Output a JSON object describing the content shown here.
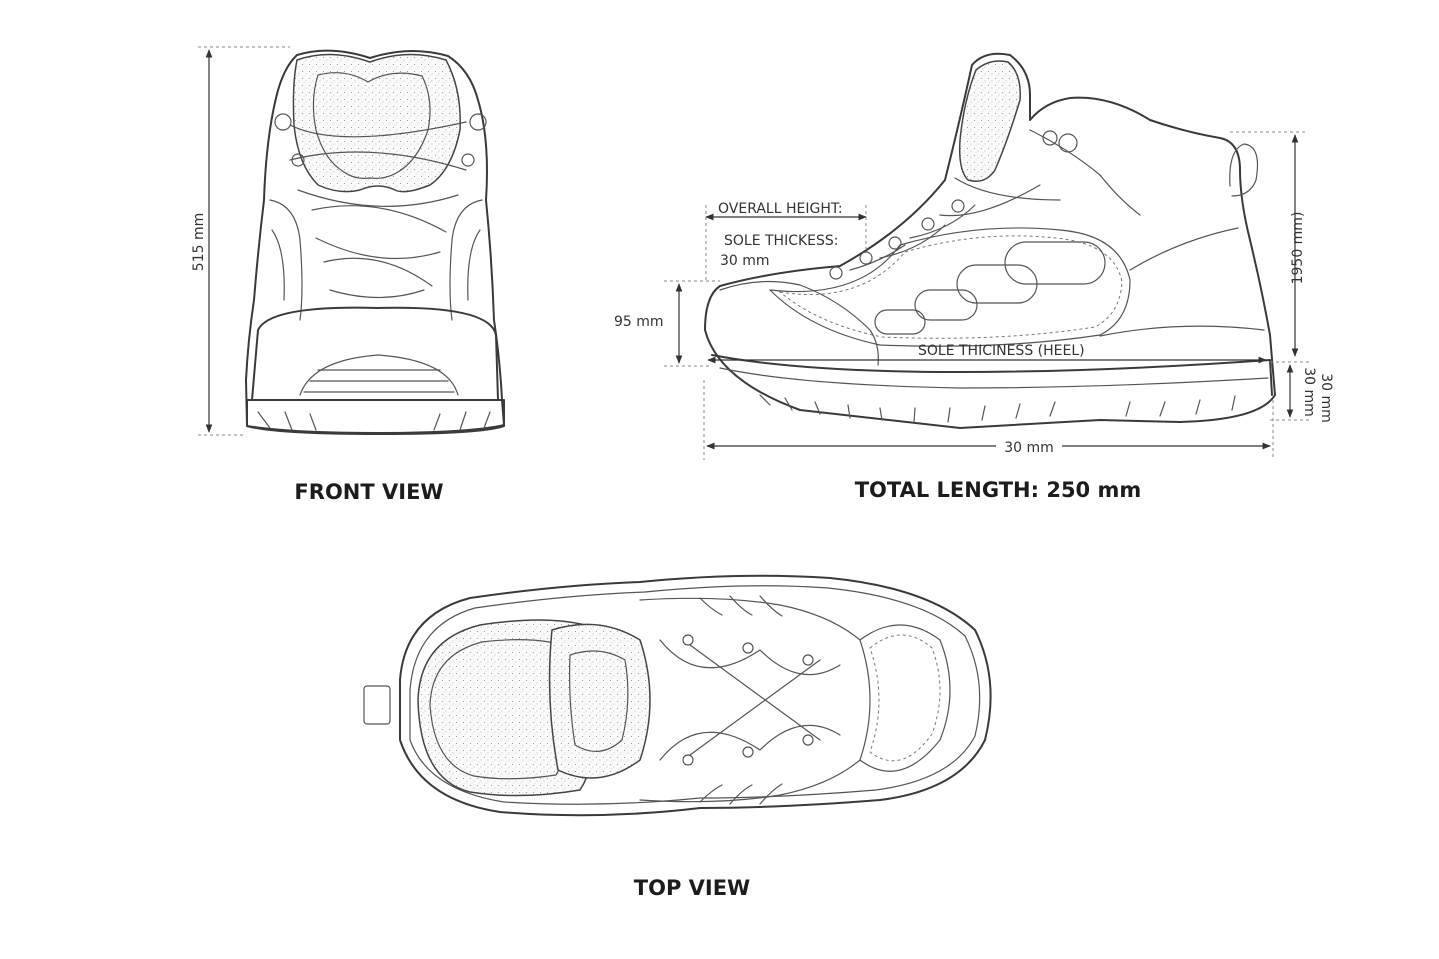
{
  "front_view": {
    "title": "FRONT VIEW",
    "height_label": "515 mm"
  },
  "side_view": {
    "title": "TOTAL LENGTH: 250 mm",
    "overall_height_label": "OVERALL HEIGHT:",
    "sole_thickness_label": "SOLE THICKESS:",
    "sole_thickness_value": "30 mm",
    "toe_height_label": "95 mm",
    "right_height_label": "1950 mm)",
    "heel_label": "SOLE THICINESS (HEEL)",
    "heel_sole_label": "30 mm",
    "length_label": "30 mm"
  },
  "top_view": {
    "title": "TOP VIEW"
  }
}
